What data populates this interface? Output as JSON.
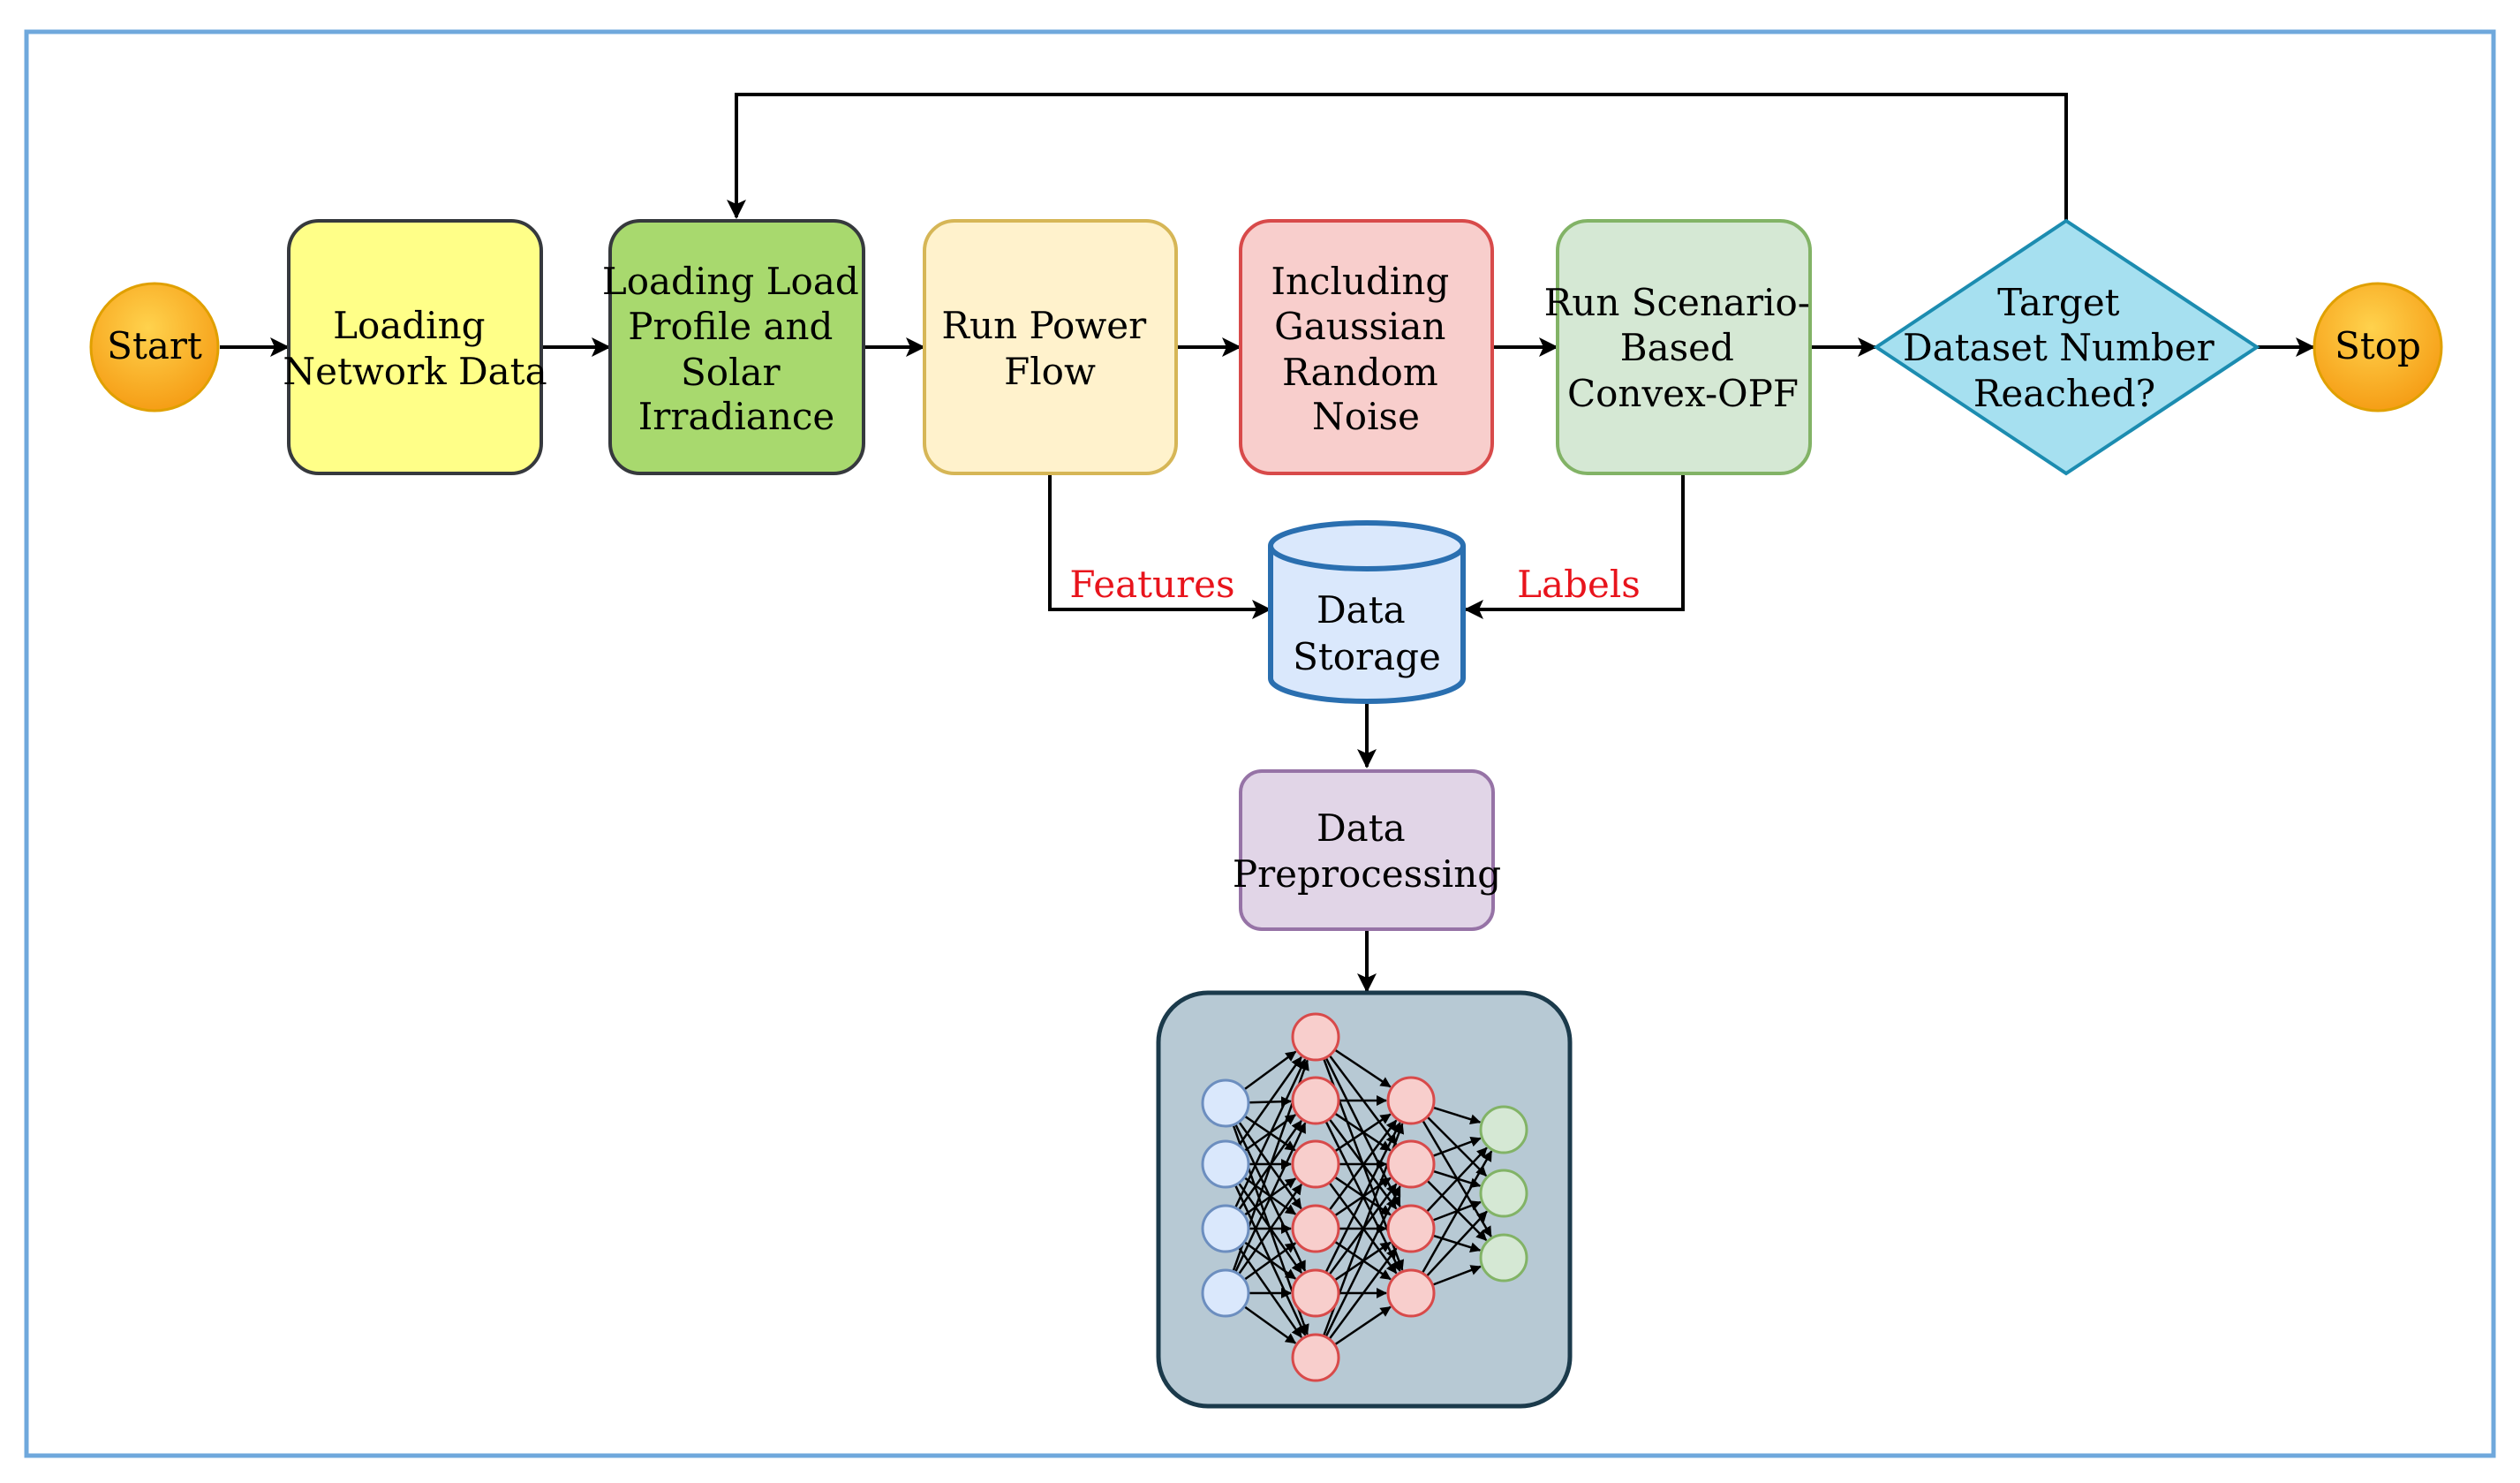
{
  "nodes": {
    "start": {
      "label": "Start",
      "fill": "#f5a623"
    },
    "loading_network": {
      "lines": [
        "Loading",
        "Network Data"
      ],
      "fill": "#ffff88"
    },
    "loading_load": {
      "lines": [
        "Loading Load",
        "Profile and",
        "Solar",
        "Irradiance"
      ],
      "fill": "#a8d96e"
    },
    "run_power_flow": {
      "lines": [
        "Run Power",
        "Flow"
      ],
      "fill": "#fff2cc"
    },
    "gaussian_noise": {
      "lines": [
        "Including",
        "Gaussian",
        "Random",
        "Noise"
      ],
      "fill": "#f8cecc"
    },
    "convex_opf": {
      "lines": [
        "Run Scenario-",
        "Based",
        "Convex-OPF"
      ],
      "fill": "#d5e8d4"
    },
    "target_check": {
      "lines": [
        "Target",
        "Dataset Number",
        "Reached?"
      ],
      "fill": "#a6e0f0"
    },
    "stop": {
      "label": "Stop",
      "fill": "#f5a623"
    },
    "data_storage": {
      "lines": [
        "Data",
        "Storage"
      ],
      "fill": "#dae8fc"
    },
    "data_preprocessing": {
      "lines": [
        "Data",
        "Preprocessing"
      ],
      "fill": "#e1d5e7"
    },
    "neural_network": {
      "fill": "#b7c9d4",
      "layer_sizes": [
        4,
        6,
        4,
        3
      ]
    }
  },
  "edge_labels": {
    "features": "Features",
    "labels": "Labels"
  },
  "colors": {
    "frame": "#6fa8dc",
    "label_red": "#e8141c",
    "input_neuron": "#dae8fc",
    "hidden_neuron": "#f8cecc",
    "output_neuron": "#d5e8d4"
  }
}
